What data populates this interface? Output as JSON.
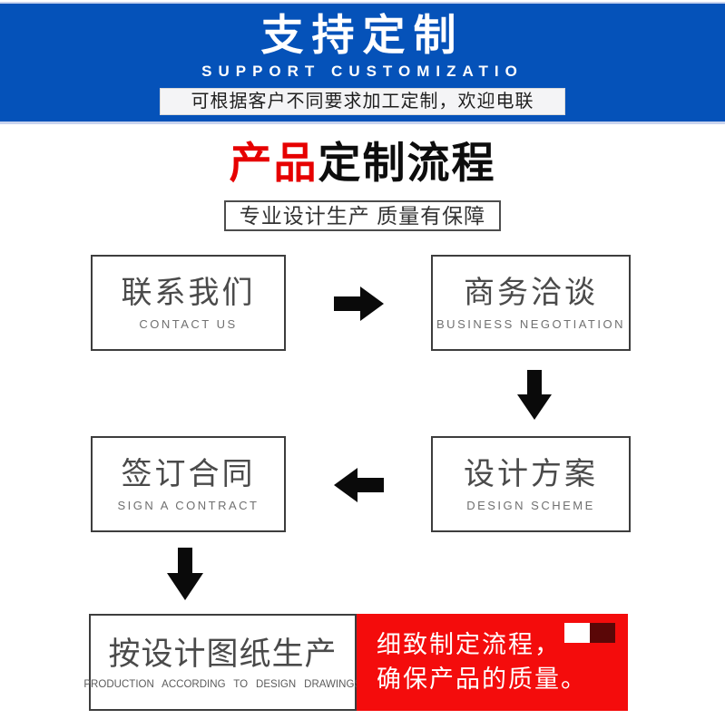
{
  "header": {
    "title": "支持定制",
    "subtitle": "SUPPORT CUSTOMIZATIO",
    "banner": "可根据客户不同要求加工定制，欢迎电联"
  },
  "section": {
    "title_red": "产品",
    "title_black": "定制流程",
    "tagline": "专业设计生产 质量有保障"
  },
  "flow": {
    "steps": [
      {
        "zh": "联系我们",
        "en": "CONTACT US"
      },
      {
        "zh": "商务洽谈",
        "en": "BUSINESS NEGOTIATION"
      },
      {
        "zh": "设计方案",
        "en": "DESIGN SCHEME"
      },
      {
        "zh": "签订合同",
        "en": "SIGN A CONTRACT"
      },
      {
        "zh": "按设计图纸生产",
        "en": "PRODUCTION ACCORDING TO DESIGN DRAWINGS"
      }
    ],
    "note": {
      "line1": "细致制定流程，",
      "line2": "确保产品的质量。"
    }
  },
  "colors": {
    "header_blue": "#0552b9",
    "title_red": "#e60000",
    "note_red": "#f40c0c",
    "note_dark_square": "#5a0707",
    "arrow_black": "#0a0a0a",
    "box_border": "#3d3d3d"
  }
}
